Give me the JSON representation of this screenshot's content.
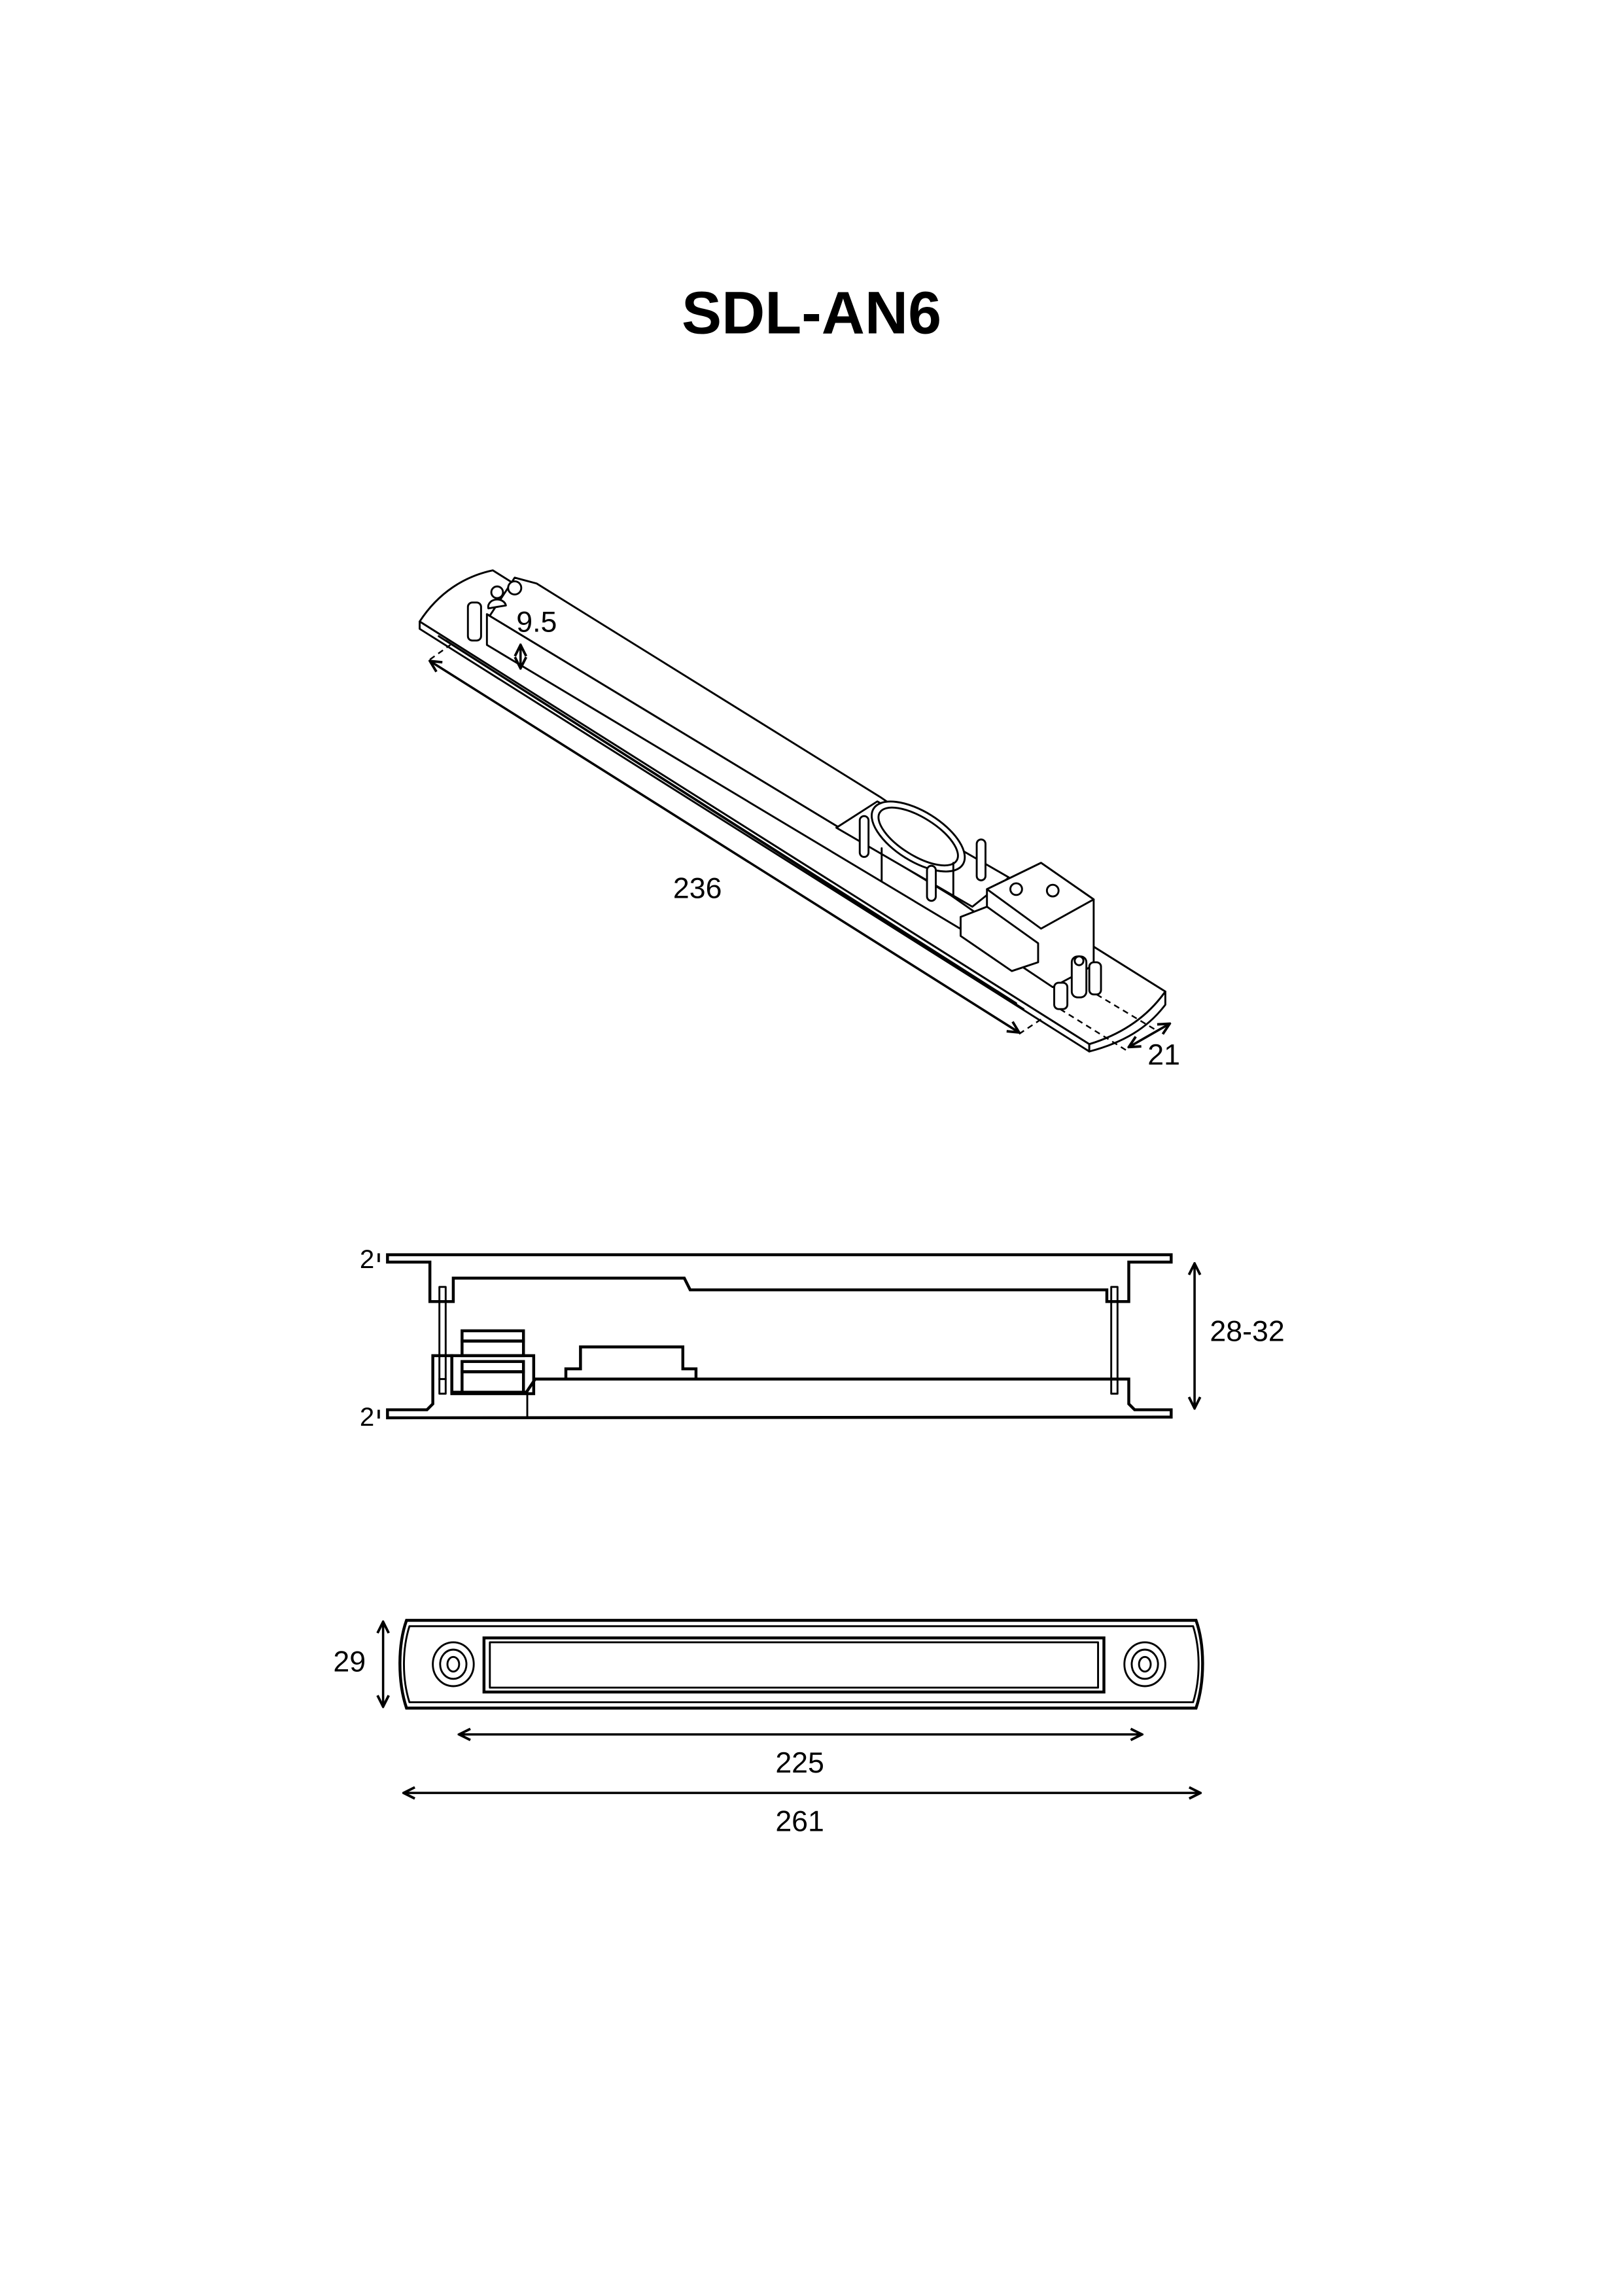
{
  "title": "SDL-AN6",
  "isometric_view": {
    "dim_height": "9.5",
    "dim_length": "236",
    "dim_width": "21"
  },
  "side_view": {
    "dim_top_flange": "2",
    "dim_bottom_flange": "2",
    "dim_door_thickness": "28-32"
  },
  "front_view": {
    "dim_height": "29",
    "dim_hole_spacing": "225",
    "dim_overall_length": "261"
  },
  "colors": {
    "line": "#000000",
    "background": "#ffffff"
  }
}
